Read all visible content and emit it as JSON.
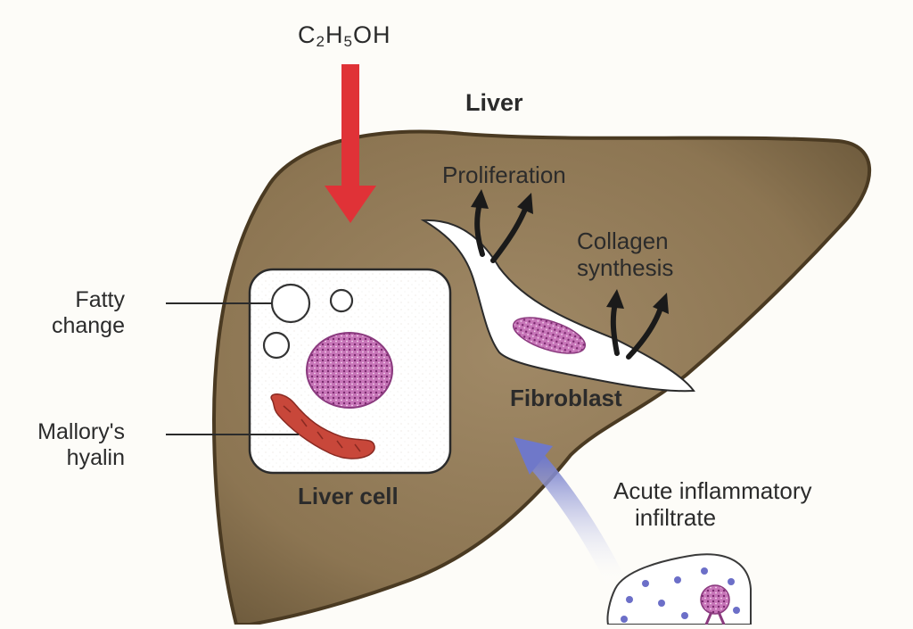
{
  "formula": {
    "c": "C",
    "c_sub": "2",
    "h": "H",
    "h_sub": "5",
    "oh": "OH"
  },
  "labels": {
    "liver": "Liver",
    "proliferation": "Proliferation",
    "collagen_line1": "Collagen",
    "collagen_line2": "synthesis",
    "fibroblast": "Fibroblast",
    "fatty_line1": "Fatty",
    "fatty_line2": "change",
    "mallory_line1": "Mallory's",
    "mallory_line2": "hyalin",
    "liver_cell": "Liver cell",
    "acute_line1": "Acute inflammatory",
    "acute_line2": "infiltrate"
  },
  "colors": {
    "liver_fill": "#8c7552",
    "liver_outline": "#4a3a22",
    "ethanol_arrow": "#e03237",
    "nucleus": "#b04aa0",
    "mallory": "#c8473a",
    "infiltrate_arrow": "#6f78c9",
    "black_arrows": "#1a1a1a"
  }
}
